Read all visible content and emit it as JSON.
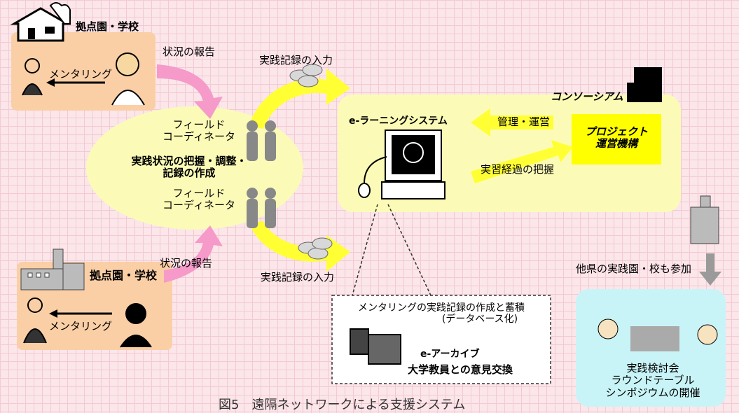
{
  "top_site": {
    "title": "拠点園・学校",
    "mentoring": "メンタリング",
    "report": "状況の報告"
  },
  "bottom_site": {
    "title": "拠点園・学校",
    "mentoring": "メンタリング",
    "report": "状況の報告"
  },
  "coordinator": {
    "upper": [
      "フィールド",
      "コーディネータ"
    ],
    "lower": [
      "フィールド",
      "コーディネータ"
    ],
    "task": [
      "実践状況の把握・調整・",
      "記録の作成"
    ]
  },
  "record_input_top": "実践記録の入力",
  "record_input_bottom": "実践記録の入力",
  "consortium": {
    "title": "コンソーシアム",
    "system": "e-ラーニングシステム",
    "manage": "管理・運営",
    "progress": "実習経過の把握",
    "org": [
      "プロジェクト",
      "運営機構"
    ]
  },
  "archive": {
    "desc": [
      "メンタリングの実践記録の作成と蓄積",
      "(データベース化)"
    ],
    "name": "e-アーカイブ",
    "exchange": "大学教員との意見交換"
  },
  "other": {
    "join": "他県の実践園・校も参加",
    "events": [
      "実践検討会",
      "ラウンドテーブル",
      "シンポジウムの開催"
    ]
  },
  "caption": "図5　遠隔ネットワークによる支援システム",
  "colors": {
    "yellow": "#fbfbb7",
    "arrow_yellow": "#ffff33",
    "pink": "#f59ac9",
    "orange_box": "#fbcfa6",
    "cyan_box": "#c9f4f7"
  }
}
